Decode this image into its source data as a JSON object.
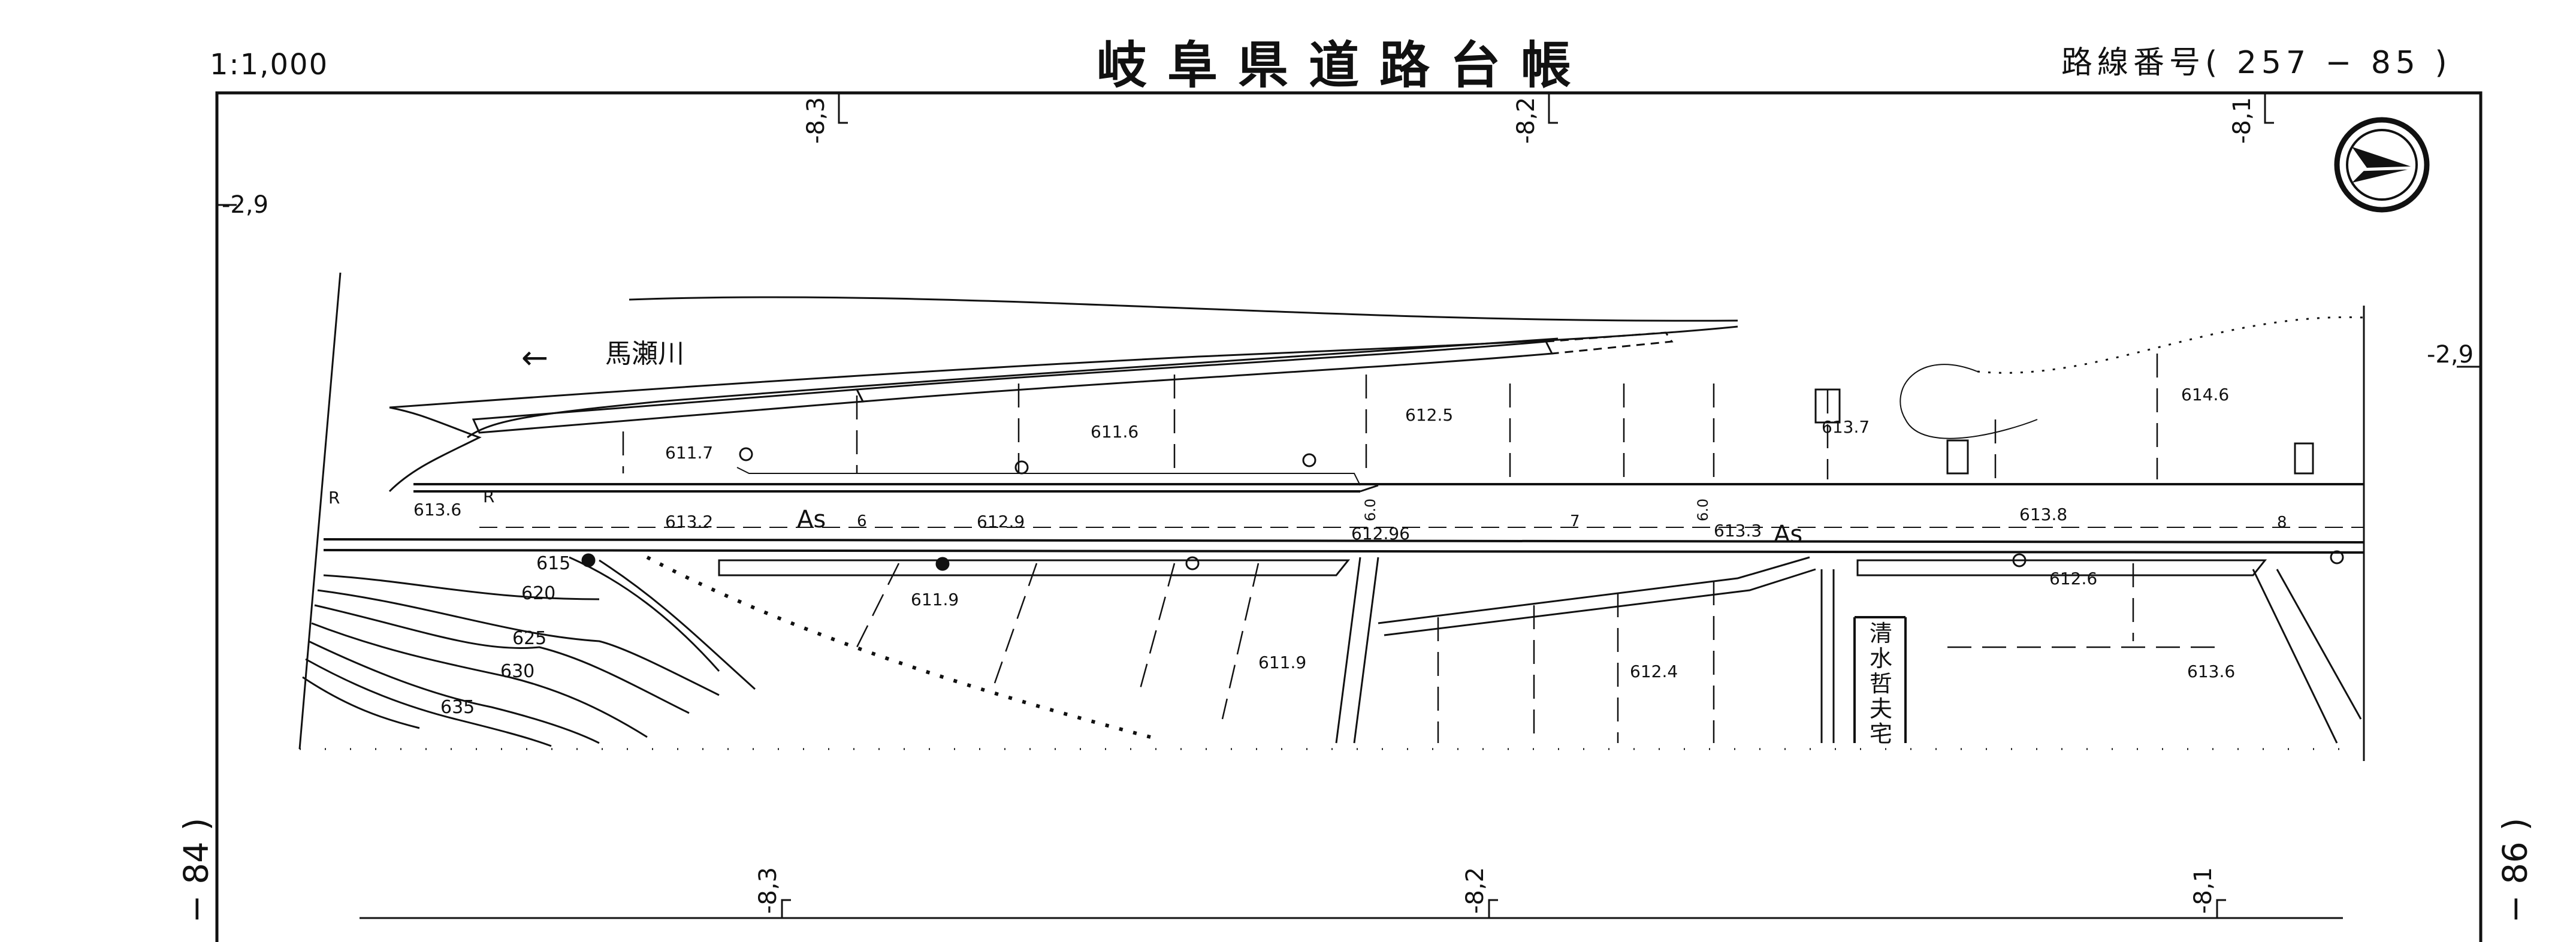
{
  "header": {
    "scale": "1:1,000",
    "title": "岐阜県道路台帳",
    "route_number": "路線番号( 257 − 85 )"
  },
  "adjacent_sheets": {
    "previous": "− 84 )",
    "next": "− 86 )"
  },
  "north_arrow_icon": "north-arrow-icon",
  "grid_labels": {
    "top": [
      "-8,3",
      "-8,2",
      "-8,1"
    ],
    "bottom": [
      "-8,3",
      "-8,2",
      "-8,1"
    ],
    "left": "-2,9",
    "right": "-2,9"
  },
  "river": {
    "arrow": "←",
    "name": "馬瀬川"
  },
  "road": {
    "surface_left": "As",
    "surface_right": "As",
    "width_marks": [
      "6",
      "7",
      "8"
    ],
    "side_marks": [
      "6.0",
      "6.0"
    ],
    "r_marks": [
      "R",
      "R"
    ]
  },
  "elevations": {
    "e1": "611.7",
    "e2": "611.6",
    "e3": "612.5",
    "e4": "613.7",
    "e5": "614.6",
    "e6": "613.6",
    "e7": "613.2",
    "e8": "612.9",
    "e9": "612.96",
    "e10": "613.3",
    "e11": "613.8",
    "e12": "612.6",
    "e13": "611.9",
    "e14": "611.9",
    "e15": "612.4",
    "e16": "613.6"
  },
  "contours": [
    "615",
    "620",
    "625",
    "630",
    "635"
  ],
  "house_label": "清水哲夫宅"
}
